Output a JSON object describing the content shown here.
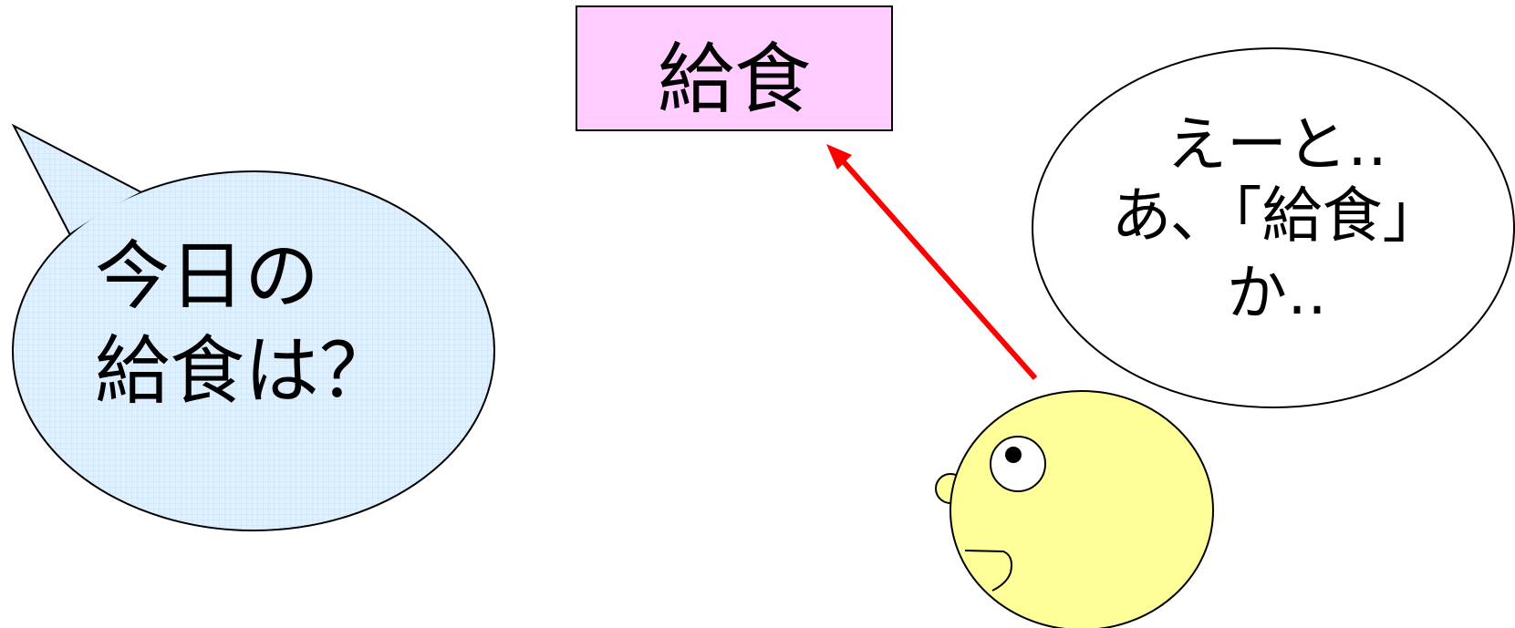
{
  "box": {
    "text": "給食",
    "fill": "#ffccff"
  },
  "question_bubble": {
    "lines": [
      "今日の",
      "給食は？"
    ],
    "fill": "#dff0ff"
  },
  "answer_bubble": {
    "lines": [
      "えーと‥",
      "あ､「給食」",
      "か‥"
    ],
    "fill": "#ffffff"
  },
  "arrow": {
    "color": "#ff0000"
  },
  "character": {
    "fill": "#ffff99"
  }
}
